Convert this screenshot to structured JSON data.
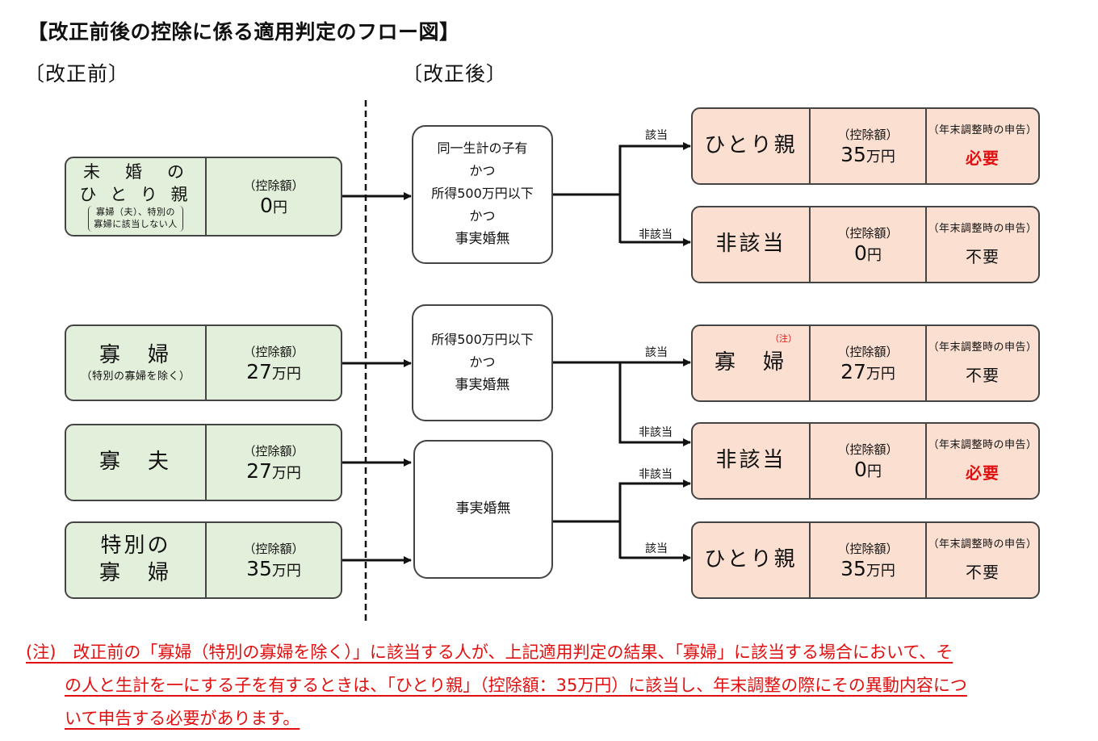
{
  "title": "【改正前後の控除に係る適用判定のフロー図】",
  "section_before": "〔改正前〕",
  "section_after": "〔改正後〕",
  "labels": {
    "deduction": "（控除額）",
    "declaration": "（年末調整時の申告）",
    "applicable": "該当",
    "not_applicable": "非該当",
    "note_mark": "（注）"
  },
  "before": [
    {
      "name_lines": [
        "未　婚　の",
        "ひ と り 親"
      ],
      "sub_lines": [
        "寡婦（夫）、特別の",
        "寡婦に該当しない人"
      ],
      "amount": "0",
      "unit": "円"
    },
    {
      "name_lines": [
        "寡　婦"
      ],
      "sub": "（特別の寡婦を除く）",
      "amount": "27",
      "unit": "万円"
    },
    {
      "name_lines": [
        "寡　夫"
      ],
      "amount": "27",
      "unit": "万円"
    },
    {
      "name_lines": [
        "特別の",
        "寡　婦"
      ],
      "amount": "35",
      "unit": "万円"
    }
  ],
  "conditions": [
    {
      "lines": [
        "同一生計の子有",
        "かつ",
        "所得500万円以下",
        "かつ",
        "事実婚無"
      ]
    },
    {
      "lines": [
        "所得500万円以下",
        "かつ",
        "事実婚無"
      ]
    },
    {
      "lines": [
        "事実婚無"
      ]
    }
  ],
  "after": [
    {
      "name": "ひとり親",
      "amount": "35",
      "unit": "万円",
      "declaration": "必要",
      "required": true
    },
    {
      "name": "非該当",
      "amount": "0",
      "unit": "円",
      "declaration": "不要",
      "required": false
    },
    {
      "name": "寡　婦",
      "amount": "27",
      "unit": "万円",
      "declaration": "不要",
      "required": false
    },
    {
      "name": "非該当",
      "amount": "0",
      "unit": "円",
      "declaration": "必要",
      "required": true
    },
    {
      "name": "ひとり親",
      "amount": "35",
      "unit": "万円",
      "declaration": "不要",
      "required": false
    }
  ],
  "footnote": {
    "mark": "(注)",
    "line1": "改正前の「寡婦（特別の寡婦を除く）」に該当する人が、上記適用判定の結果、「寡婦」に該当する場合において、そ",
    "line2": "の人と生計を一にする子を有するときは、「ひとり親」（控除額：35万円）に該当し、年末調整の際にその異動内容につ",
    "line3": "いて申告する必要があります。"
  },
  "colors": {
    "before_fill": "#e2efda",
    "after_fill": "#fbe0d2",
    "required_text": "#e01010"
  }
}
